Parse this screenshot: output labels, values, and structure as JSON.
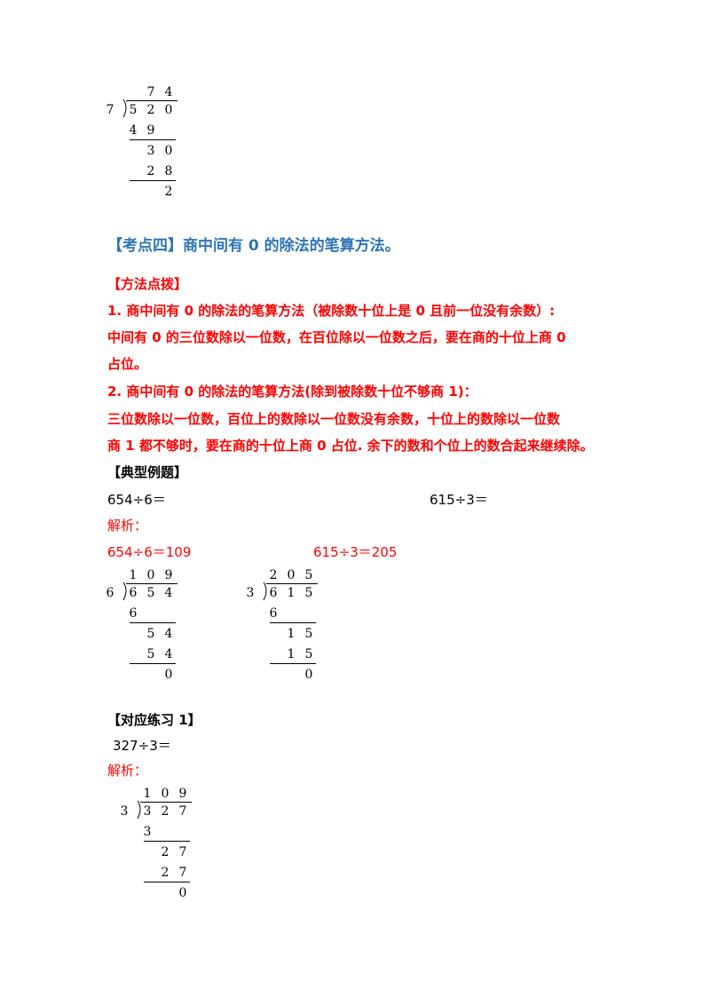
{
  "prev_division": {
    "divisor": "7",
    "dividend": [
      "5",
      "2",
      "0"
    ],
    "quotient": [
      "",
      "7",
      "4"
    ],
    "steps": [
      [
        "4",
        "9",
        ""
      ],
      [
        "",
        "3",
        "0"
      ],
      [
        "",
        "2",
        "8"
      ],
      [
        "",
        "",
        "2"
      ]
    ]
  },
  "section_heading": "【考点四】商中间有 0 的除法的笔算方法。",
  "method": {
    "label": "【方法点拨】",
    "lines": [
      "1. 商中间有 0 的除法的笔算方法（被除数十位上是 0 且前一位没有余数）:",
      "中间有 0 的三位数除以一位数，在百位除以一位数之后，要在商的十位上商 0",
      "占位。",
      "2. 商中间有 0 的除法的笔算方法(除到被除数十位不够商 1)：",
      "三位数除以一位数，百位上的数除以一位数没有余数，十位上的数除以一位数",
      "商 1 都不够时，要在商的十位上商 0 占位. 余下的数和个位上的数合起来继续除。"
    ]
  },
  "example": {
    "label": "【典型例题】",
    "question1": "654÷6＝",
    "question2": "615÷3＝",
    "analysis_label": "解析：",
    "answer1": "654÷6＝109",
    "answer2": "615÷3＝205",
    "division1": {
      "divisor": "6",
      "dividend": [
        "6",
        "5",
        "4"
      ],
      "quotient": [
        "1",
        "0",
        "9"
      ],
      "steps": [
        [
          "6",
          "",
          ""
        ],
        [
          "",
          "5",
          "4"
        ],
        [
          "",
          "5",
          "4"
        ],
        [
          "",
          "",
          "0"
        ]
      ]
    },
    "division2": {
      "divisor": "3",
      "dividend": [
        "6",
        "1",
        "5"
      ],
      "quotient": [
        "2",
        "0",
        "5"
      ],
      "steps": [
        [
          "6",
          "",
          ""
        ],
        [
          "",
          "1",
          "5"
        ],
        [
          "",
          "1",
          "5"
        ],
        [
          "",
          "",
          "0"
        ]
      ]
    }
  },
  "practice": {
    "label": "【对应练习 1】",
    "question": "327÷3＝",
    "analysis_label": "解析：",
    "division": {
      "divisor": "3",
      "dividend": [
        "3",
        "2",
        "7"
      ],
      "quotient": [
        "1",
        "0",
        "9"
      ],
      "steps": [
        [
          "3",
          "",
          ""
        ],
        [
          "",
          "2",
          "7"
        ],
        [
          "",
          "2",
          "7"
        ],
        [
          "",
          "",
          "0"
        ]
      ]
    }
  }
}
